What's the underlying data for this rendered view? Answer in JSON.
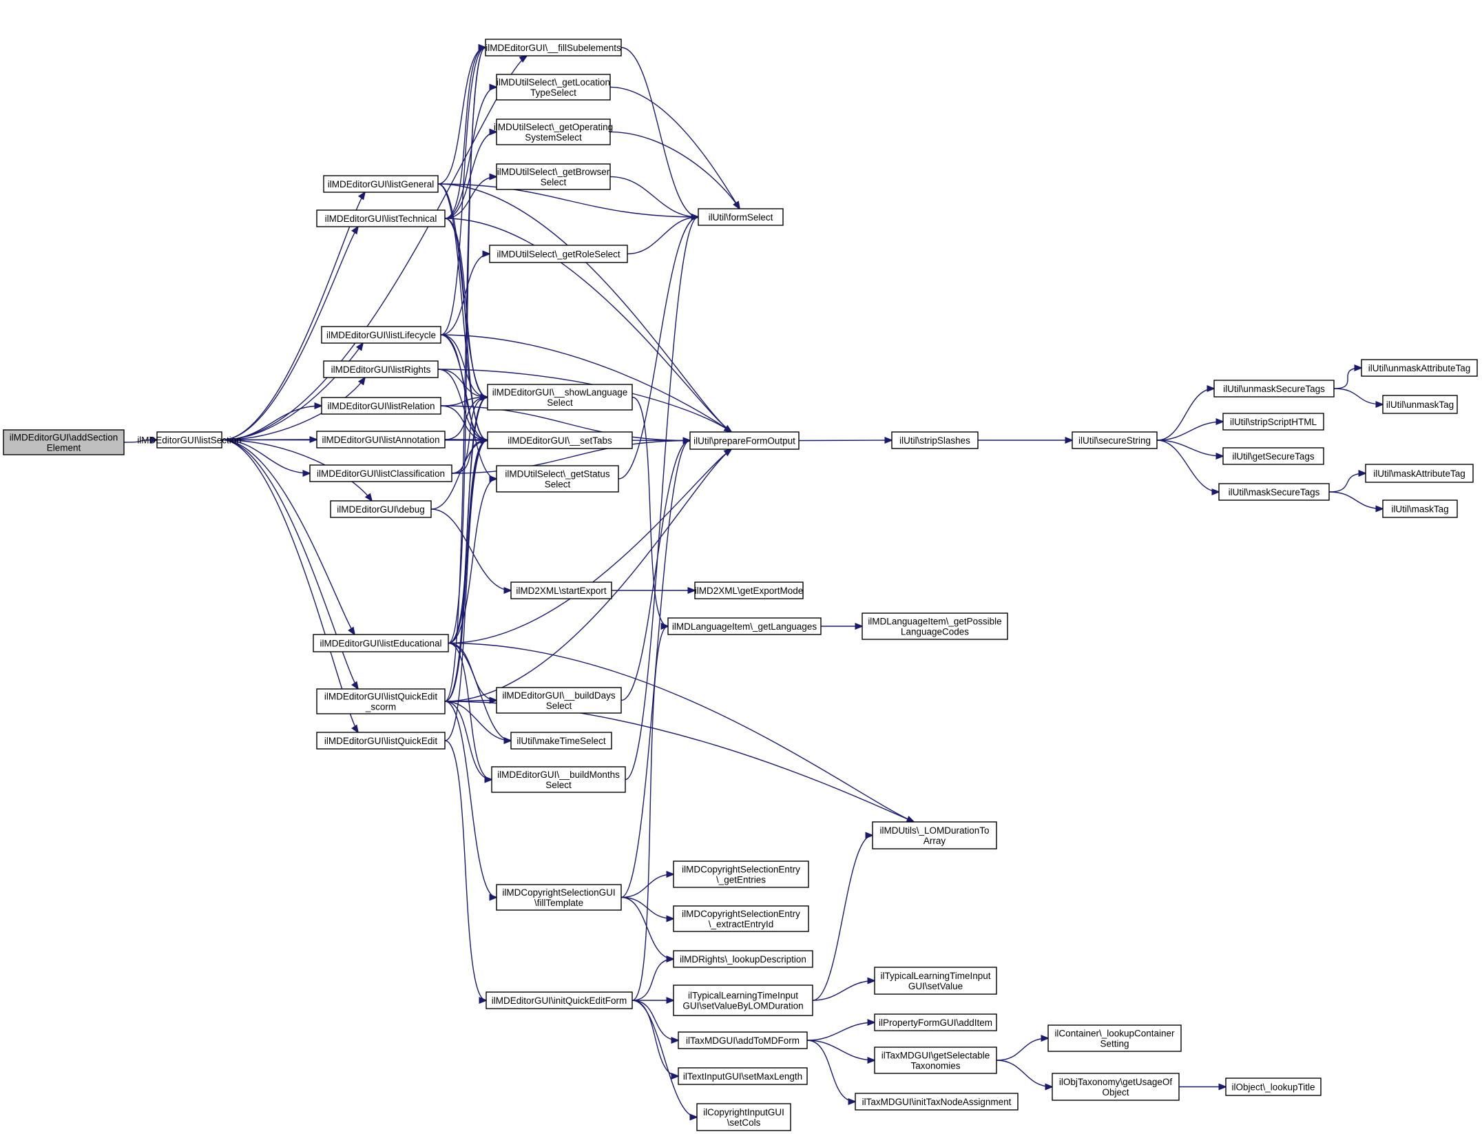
{
  "diagram": {
    "type": "call-graph",
    "colors": {
      "edge": "#191970",
      "root_fill": "#bfbfbf",
      "node_fill": "#ffffff",
      "border": "#000000"
    },
    "nodes": [
      {
        "id": "addSectionElement",
        "lines": [
          "ilMDEditorGUI\\addSection",
          "Element"
        ],
        "root": true
      },
      {
        "id": "listSection",
        "lines": [
          "ilMDEditorGUI\\listSection"
        ]
      },
      {
        "id": "listGeneral",
        "lines": [
          "ilMDEditorGUI\\listGeneral"
        ]
      },
      {
        "id": "listTechnical",
        "lines": [
          "ilMDEditorGUI\\listTechnical"
        ]
      },
      {
        "id": "listLifecycle",
        "lines": [
          "ilMDEditorGUI\\listLifecycle"
        ]
      },
      {
        "id": "listRights",
        "lines": [
          "ilMDEditorGUI\\listRights"
        ]
      },
      {
        "id": "listRelation",
        "lines": [
          "ilMDEditorGUI\\listRelation"
        ]
      },
      {
        "id": "listAnnotation",
        "lines": [
          "ilMDEditorGUI\\listAnnotation"
        ]
      },
      {
        "id": "listClassification",
        "lines": [
          "ilMDEditorGUI\\listClassification"
        ]
      },
      {
        "id": "debug",
        "lines": [
          "ilMDEditorGUI\\debug"
        ]
      },
      {
        "id": "listEducational",
        "lines": [
          "ilMDEditorGUI\\listEducational"
        ]
      },
      {
        "id": "listQuickEditScorm",
        "lines": [
          "ilMDEditorGUI\\listQuickEdit",
          "_scorm"
        ]
      },
      {
        "id": "listQuickEdit",
        "lines": [
          "ilMDEditorGUI\\listQuickEdit"
        ]
      },
      {
        "id": "fillSubelements",
        "lines": [
          "ilMDEditorGUI\\__fillSubelements"
        ]
      },
      {
        "id": "getLocationTypeSelect",
        "lines": [
          "ilMDUtilSelect\\_getLocation",
          "TypeSelect"
        ]
      },
      {
        "id": "getOperatingSystemSelect",
        "lines": [
          "ilMDUtilSelect\\_getOperating",
          "SystemSelect"
        ]
      },
      {
        "id": "getBrowserSelect",
        "lines": [
          "ilMDUtilSelect\\_getBrowser",
          "Select"
        ]
      },
      {
        "id": "getRoleSelect",
        "lines": [
          "ilMDUtilSelect\\_getRoleSelect"
        ]
      },
      {
        "id": "showLanguageSelect",
        "lines": [
          "ilMDEditorGUI\\__showLanguage",
          "Select"
        ]
      },
      {
        "id": "setTabs",
        "lines": [
          "ilMDEditorGUI\\__setTabs"
        ]
      },
      {
        "id": "getStatusSelect",
        "lines": [
          "ilMDUtilSelect\\_getStatus",
          "Select"
        ]
      },
      {
        "id": "startExport",
        "lines": [
          "ilMD2XML\\startExport"
        ]
      },
      {
        "id": "buildDaysSelect",
        "lines": [
          "ilMDEditorGUI\\__buildDays",
          "Select"
        ]
      },
      {
        "id": "makeTimeSelect",
        "lines": [
          "ilUtil\\makeTimeSelect"
        ]
      },
      {
        "id": "buildMonthsSelect",
        "lines": [
          "ilMDEditorGUI\\__buildMonths",
          "Select"
        ]
      },
      {
        "id": "fillTemplate",
        "lines": [
          "ilMDCopyrightSelectionGUI",
          "\\fillTemplate"
        ]
      },
      {
        "id": "initQuickEditForm",
        "lines": [
          "ilMDEditorGUI\\initQuickEditForm"
        ]
      },
      {
        "id": "formSelect",
        "lines": [
          "ilUtil\\formSelect"
        ]
      },
      {
        "id": "prepareFormOutput",
        "lines": [
          "ilUtil\\prepareFormOutput"
        ]
      },
      {
        "id": "getExportMode",
        "lines": [
          "ilMD2XML\\getExportMode"
        ]
      },
      {
        "id": "getLanguages",
        "lines": [
          "ilMDLanguageItem\\_getLanguages"
        ]
      },
      {
        "id": "getEntries",
        "lines": [
          "ilMDCopyrightSelectionEntry",
          "\\_getEntries"
        ]
      },
      {
        "id": "extractEntryId",
        "lines": [
          "ilMDCopyrightSelectionEntry",
          "\\_extractEntryId"
        ]
      },
      {
        "id": "lookupDescription",
        "lines": [
          "ilMDRights\\_lookupDescription"
        ]
      },
      {
        "id": "setValueByLOMDuration",
        "lines": [
          "ilTypicalLearningTimeInput",
          "GUI\\setValueByLOMDuration"
        ]
      },
      {
        "id": "addToMDForm",
        "lines": [
          "ilTaxMDGUI\\addToMDForm"
        ]
      },
      {
        "id": "setMaxLength",
        "lines": [
          "ilTextInputGUI\\setMaxLength"
        ]
      },
      {
        "id": "setCols",
        "lines": [
          "ilCopyrightInputGUI",
          "\\setCols"
        ]
      },
      {
        "id": "stripSlashes",
        "lines": [
          "ilUtil\\stripSlashes"
        ]
      },
      {
        "id": "getPossibleLanguageCodes",
        "lines": [
          "ilMDLanguageItem\\_getPossible",
          "LanguageCodes"
        ]
      },
      {
        "id": "LOMDurationToArray",
        "lines": [
          "ilMDUtils\\_LOMDurationTo",
          "Array"
        ]
      },
      {
        "id": "setValue",
        "lines": [
          "ilTypicalLearningTimeInput",
          "GUI\\setValue"
        ]
      },
      {
        "id": "addItem",
        "lines": [
          "ilPropertyFormGUI\\addItem"
        ]
      },
      {
        "id": "getSelectableTaxonomies",
        "lines": [
          "ilTaxMDGUI\\getSelectable",
          "Taxonomies"
        ]
      },
      {
        "id": "initTaxNodeAssignment",
        "lines": [
          "ilTaxMDGUI\\initTaxNodeAssignment"
        ]
      },
      {
        "id": "secureString",
        "lines": [
          "ilUtil\\secureString"
        ]
      },
      {
        "id": "lookupContainerSetting",
        "lines": [
          "ilContainer\\_lookupContainer",
          "Setting"
        ]
      },
      {
        "id": "getUsageOfObject",
        "lines": [
          "ilObjTaxonomy\\getUsageOf",
          "Object"
        ]
      },
      {
        "id": "unmaskSecureTags",
        "lines": [
          "ilUtil\\unmaskSecureTags"
        ]
      },
      {
        "id": "stripScriptHTML",
        "lines": [
          "ilUtil\\stripScriptHTML"
        ]
      },
      {
        "id": "getSecureTags",
        "lines": [
          "ilUtil\\getSecureTags"
        ]
      },
      {
        "id": "maskSecureTags",
        "lines": [
          "ilUtil\\maskSecureTags"
        ]
      },
      {
        "id": "lookupTitle",
        "lines": [
          "ilObject\\_lookupTitle"
        ]
      },
      {
        "id": "unmaskAttributeTag",
        "lines": [
          "ilUtil\\unmaskAttributeTag"
        ]
      },
      {
        "id": "unmaskTag",
        "lines": [
          "ilUtil\\unmaskTag"
        ]
      },
      {
        "id": "maskAttributeTag",
        "lines": [
          "ilUtil\\maskAttributeTag"
        ]
      },
      {
        "id": "maskTag",
        "lines": [
          "ilUtil\\maskTag"
        ]
      }
    ],
    "edges": [
      [
        "addSectionElement",
        "listSection"
      ],
      [
        "listSection",
        "listGeneral"
      ],
      [
        "listSection",
        "listTechnical"
      ],
      [
        "listSection",
        "listLifecycle"
      ],
      [
        "listSection",
        "listRights"
      ],
      [
        "listSection",
        "listRelation"
      ],
      [
        "listSection",
        "listAnnotation"
      ],
      [
        "listSection",
        "listClassification"
      ],
      [
        "listSection",
        "debug"
      ],
      [
        "listSection",
        "listEducational"
      ],
      [
        "listSection",
        "listQuickEditScorm"
      ],
      [
        "listSection",
        "listQuickEdit"
      ],
      [
        "listSection",
        "fillSubelements"
      ],
      [
        "listSection",
        "setTabs"
      ],
      [
        "listGeneral",
        "fillSubelements"
      ],
      [
        "listGeneral",
        "showLanguageSelect"
      ],
      [
        "listGeneral",
        "setTabs"
      ],
      [
        "listGeneral",
        "formSelect"
      ],
      [
        "listGeneral",
        "prepareFormOutput"
      ],
      [
        "listTechnical",
        "fillSubelements"
      ],
      [
        "listTechnical",
        "getLocationTypeSelect"
      ],
      [
        "listTechnical",
        "getOperatingSystemSelect"
      ],
      [
        "listTechnical",
        "getBrowserSelect"
      ],
      [
        "listTechnical",
        "showLanguageSelect"
      ],
      [
        "listTechnical",
        "setTabs"
      ],
      [
        "listTechnical",
        "prepareFormOutput"
      ],
      [
        "listLifecycle",
        "getRoleSelect"
      ],
      [
        "listLifecycle",
        "fillSubelements"
      ],
      [
        "listLifecycle",
        "showLanguageSelect"
      ],
      [
        "listLifecycle",
        "setTabs"
      ],
      [
        "listLifecycle",
        "prepareFormOutput"
      ],
      [
        "listLifecycle",
        "getStatusSelect"
      ],
      [
        "listRights",
        "showLanguageSelect"
      ],
      [
        "listRights",
        "setTabs"
      ],
      [
        "listRights",
        "prepareFormOutput"
      ],
      [
        "listRelation",
        "showLanguageSelect"
      ],
      [
        "listRelation",
        "setTabs"
      ],
      [
        "listRelation",
        "prepareFormOutput"
      ],
      [
        "listAnnotation",
        "showLanguageSelect"
      ],
      [
        "listAnnotation",
        "setTabs"
      ],
      [
        "listAnnotation",
        "prepareFormOutput"
      ],
      [
        "listClassification",
        "showLanguageSelect"
      ],
      [
        "listClassification",
        "setTabs"
      ],
      [
        "listClassification",
        "prepareFormOutput"
      ],
      [
        "debug",
        "setTabs"
      ],
      [
        "debug",
        "startExport"
      ],
      [
        "listEducational",
        "fillSubelements"
      ],
      [
        "listEducational",
        "showLanguageSelect"
      ],
      [
        "listEducational",
        "setTabs"
      ],
      [
        "listEducational",
        "getStatusSelect"
      ],
      [
        "listEducational",
        "prepareFormOutput"
      ],
      [
        "listEducational",
        "buildDaysSelect"
      ],
      [
        "listEducational",
        "makeTimeSelect"
      ],
      [
        "listEducational",
        "buildMonthsSelect"
      ],
      [
        "listEducational",
        "LOMDurationToArray"
      ],
      [
        "listQuickEditScorm",
        "fillSubelements"
      ],
      [
        "listQuickEditScorm",
        "showLanguageSelect"
      ],
      [
        "listQuickEditScorm",
        "setTabs"
      ],
      [
        "listQuickEditScorm",
        "buildDaysSelect"
      ],
      [
        "listQuickEditScorm",
        "makeTimeSelect"
      ],
      [
        "listQuickEditScorm",
        "buildMonthsSelect"
      ],
      [
        "listQuickEditScorm",
        "prepareFormOutput"
      ],
      [
        "listQuickEditScorm",
        "LOMDurationToArray"
      ],
      [
        "listQuickEditScorm",
        "fillTemplate"
      ],
      [
        "listQuickEdit",
        "setTabs"
      ],
      [
        "listQuickEdit",
        "initQuickEditForm"
      ],
      [
        "fillSubelements",
        "formSelect"
      ],
      [
        "getLocationTypeSelect",
        "formSelect"
      ],
      [
        "getOperatingSystemSelect",
        "formSelect"
      ],
      [
        "getBrowserSelect",
        "formSelect"
      ],
      [
        "getRoleSelect",
        "formSelect"
      ],
      [
        "getStatusSelect",
        "formSelect"
      ],
      [
        "showLanguageSelect",
        "getLanguages"
      ],
      [
        "startExport",
        "getExportMode"
      ],
      [
        "buildDaysSelect",
        "prepareFormOutput"
      ],
      [
        "buildMonthsSelect",
        "formSelect"
      ],
      [
        "fillTemplate",
        "getEntries"
      ],
      [
        "fillTemplate",
        "extractEntryId"
      ],
      [
        "fillTemplate",
        "lookupDescription"
      ],
      [
        "fillTemplate",
        "prepareFormOutput"
      ],
      [
        "initQuickEditForm",
        "lookupDescription"
      ],
      [
        "initQuickEditForm",
        "setValueByLOMDuration"
      ],
      [
        "initQuickEditForm",
        "addToMDForm"
      ],
      [
        "initQuickEditForm",
        "setMaxLength"
      ],
      [
        "initQuickEditForm",
        "setCols"
      ],
      [
        "initQuickEditForm",
        "getLanguages"
      ],
      [
        "prepareFormOutput",
        "stripSlashes"
      ],
      [
        "getLanguages",
        "getPossibleLanguageCodes"
      ],
      [
        "setValueByLOMDuration",
        "LOMDurationToArray"
      ],
      [
        "setValueByLOMDuration",
        "setValue"
      ],
      [
        "addToMDForm",
        "addItem"
      ],
      [
        "addToMDForm",
        "getSelectableTaxonomies"
      ],
      [
        "addToMDForm",
        "initTaxNodeAssignment"
      ],
      [
        "stripSlashes",
        "secureString"
      ],
      [
        "getSelectableTaxonomies",
        "lookupContainerSetting"
      ],
      [
        "getSelectableTaxonomies",
        "getUsageOfObject"
      ],
      [
        "secureString",
        "unmaskSecureTags"
      ],
      [
        "secureString",
        "stripScriptHTML"
      ],
      [
        "secureString",
        "getSecureTags"
      ],
      [
        "secureString",
        "maskSecureTags"
      ],
      [
        "getUsageOfObject",
        "lookupTitle"
      ],
      [
        "unmaskSecureTags",
        "unmaskAttributeTag"
      ],
      [
        "unmaskSecureTags",
        "unmaskTag"
      ],
      [
        "maskSecureTags",
        "maskAttributeTag"
      ],
      [
        "maskSecureTags",
        "maskTag"
      ]
    ]
  }
}
